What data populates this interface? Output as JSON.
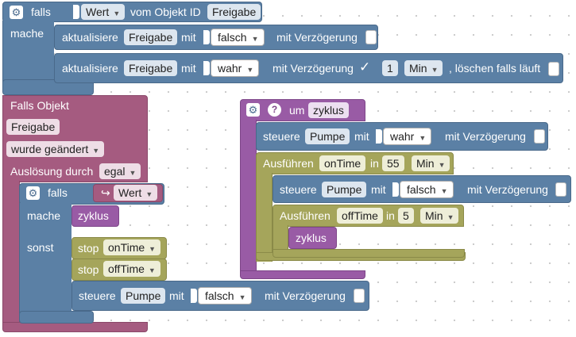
{
  "block1": {
    "falls": "falls",
    "wert_dd": "Wert",
    "vom_objekt_id": "vom Objekt ID",
    "objekt_id": "Freigabe",
    "mache": "mache",
    "row1": {
      "aktualisiere": "aktualisiere",
      "target": "Freigabe",
      "mit": "mit",
      "value": "falsch",
      "mit_verzoegerung": "mit Verzögerung"
    },
    "row2": {
      "aktualisiere": "aktualisiere",
      "target": "Freigabe",
      "mit": "mit",
      "value": "wahr",
      "mit_verzoegerung": "mit Verzögerung",
      "check": "✓",
      "delay_value": "1",
      "unit": "Min",
      "loeschen": ", löschen falls läuft"
    }
  },
  "block2": {
    "falls_objekt": "Falls Objekt",
    "objekt": "Freigabe",
    "wurde_geaendert": "wurde geändert",
    "ausloesung_durch": "Auslösung durch",
    "ausloesung_value": "egal",
    "inner": {
      "falls": "falls",
      "arrow": "↪",
      "wert": "Wert",
      "mache": "mache",
      "zyklus_call": "zyklus",
      "sonst": "sonst",
      "stop1_label": "stop",
      "stop1_value": "onTime",
      "stop2_label": "stop",
      "stop2_value": "offTime",
      "steuere": "steuere",
      "target": "Pumpe",
      "mit": "mit",
      "value": "falsch",
      "mit_verzoegerung": "mit Verzögerung"
    }
  },
  "block3": {
    "um": "um",
    "func_name": "zyklus",
    "steuere1": {
      "steuere": "steuere",
      "target": "Pumpe",
      "mit": "mit",
      "value": "wahr",
      "mit_verzoegerung": "mit Verzögerung"
    },
    "timeout1": {
      "ausfuehren": "Ausführen",
      "name": "onTime",
      "in": "in",
      "value": "55",
      "unit": "Min"
    },
    "steuere2": {
      "steuere": "steuere",
      "target": "Pumpe",
      "mit": "mit",
      "value": "falsch",
      "mit_verzoegerung": "mit Verzögerung"
    },
    "timeout2": {
      "ausfuehren": "Ausführen",
      "name": "offTime",
      "in": "in",
      "value": "5",
      "unit": "Min"
    },
    "zyklus_call": "zyklus"
  },
  "icons": {
    "gear": "gear-icon",
    "help": "help-icon",
    "dropdown": "triangle-down-icon"
  },
  "colors": {
    "logic": "#5b80a5",
    "trigger": "#a55b80",
    "timer": "#a5a55b",
    "function": "#995ba5"
  }
}
